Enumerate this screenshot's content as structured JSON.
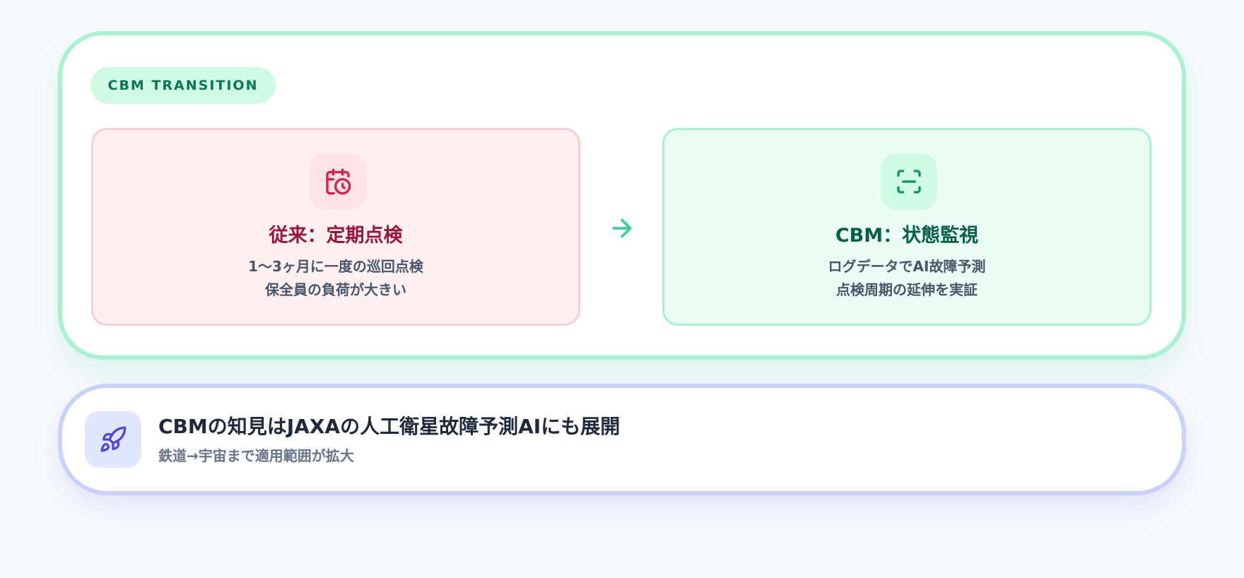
{
  "badge": {
    "label": "CBM TRANSITION"
  },
  "legacy": {
    "icon": "calendar-clock-icon",
    "title": "従来：定期点検",
    "line1": "1〜3ヶ月に一度の巡回点検",
    "line2": "保全員の負荷が大きい",
    "accent": "#e11d48"
  },
  "transition_arrow": {
    "icon": "arrow-right-icon",
    "color": "#34d399"
  },
  "cbm": {
    "icon": "scan-icon",
    "title": "CBM：状態監視",
    "line1": "ログデータでAI故障予測",
    "line2": "点検周期の延伸を実証",
    "accent": "#059669"
  },
  "footer": {
    "icon": "rocket-icon",
    "title": "CBMの知見はJAXAの人工衛星故障予測AIにも展開",
    "subtitle": "鉄道→宇宙まで適用範囲が拡大",
    "accent": "#4f46e5"
  }
}
